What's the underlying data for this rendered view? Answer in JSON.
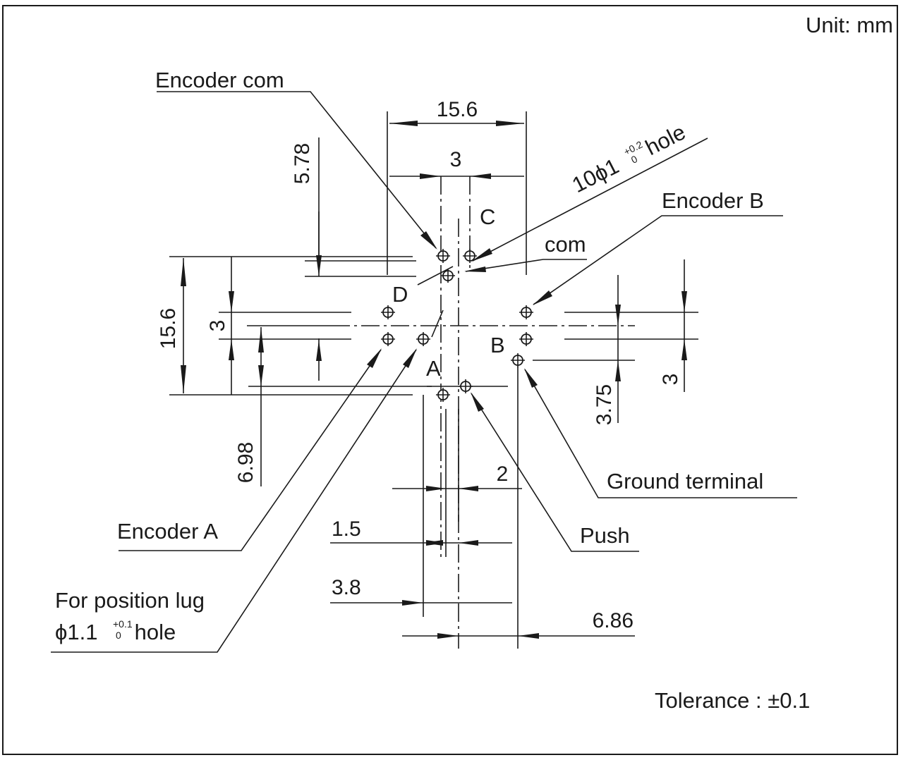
{
  "unit": "Unit: mm",
  "tolerance": "Tolerance : ±0.1",
  "callouts": {
    "encoder_com": "Encoder com",
    "encoder_b": "Encoder B",
    "encoder_a": "Encoder A",
    "ground_terminal": "Ground terminal",
    "push": "Push",
    "com": "com",
    "position_lug_line1": "For position lug",
    "position_lug_prefix": "ϕ1.1",
    "position_lug_tol_upper": "+0.1",
    "position_lug_tol_lower": "0",
    "position_lug_suffix": " hole",
    "holes_prefix": "10ϕ1",
    "holes_tol_upper": "+0.2",
    "holes_tol_lower": "0",
    "holes_suffix": " hole"
  },
  "pin_letters": {
    "a": "A",
    "b": "B",
    "c": "C",
    "d": "D"
  },
  "dimensions": {
    "top_width": "15.6",
    "top_pitch": "3",
    "v_5_78": "5.78",
    "left_height": "15.6",
    "left_pitch": "3",
    "v_6_98": "6.98",
    "r_3_75": "3.75",
    "r_3": "3",
    "b_2": "2",
    "b_1_5": "1.5",
    "b_3_8": "3.8",
    "b_6_86": "6.86"
  }
}
